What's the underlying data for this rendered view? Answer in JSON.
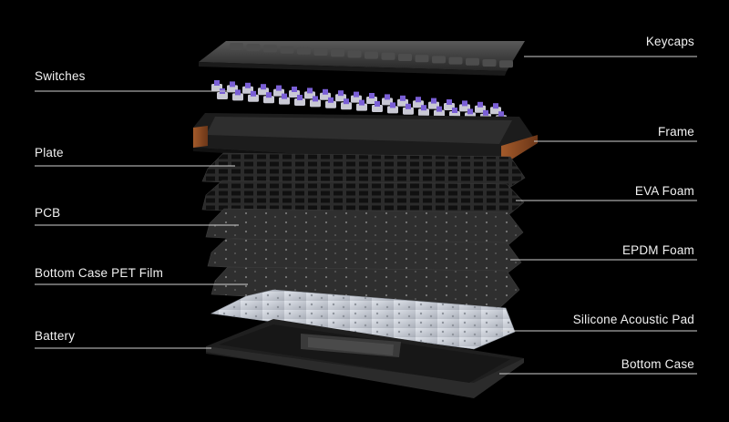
{
  "labels": {
    "keycaps": "Keycaps",
    "switches": "Switches",
    "frame": "Frame",
    "plate": "Plate",
    "eva_foam": "EVA Foam",
    "pcb": "PCB",
    "epdm_foam": "EPDM Foam",
    "bottom_case_pet_film": "Bottom Case PET Film",
    "silicone_acoustic_pad": "Silicone Acoustic Pad",
    "battery": "Battery",
    "bottom_case": "Bottom Case"
  },
  "colors": {
    "background": "#000000",
    "label_text": "#f2f2f2",
    "leader_line": "#d0d0d0",
    "keycap": "#3c3c3c",
    "switch_stem": "#7a5fd6",
    "switch_housing": "#c9c9d4",
    "frame_wood": "#8a4a22",
    "frame_body": "#2a2a2a",
    "layer_dark": "#2e2e2e",
    "silicone_pad": "#c7ccd4",
    "bottom_case": "#2a2a2a"
  }
}
